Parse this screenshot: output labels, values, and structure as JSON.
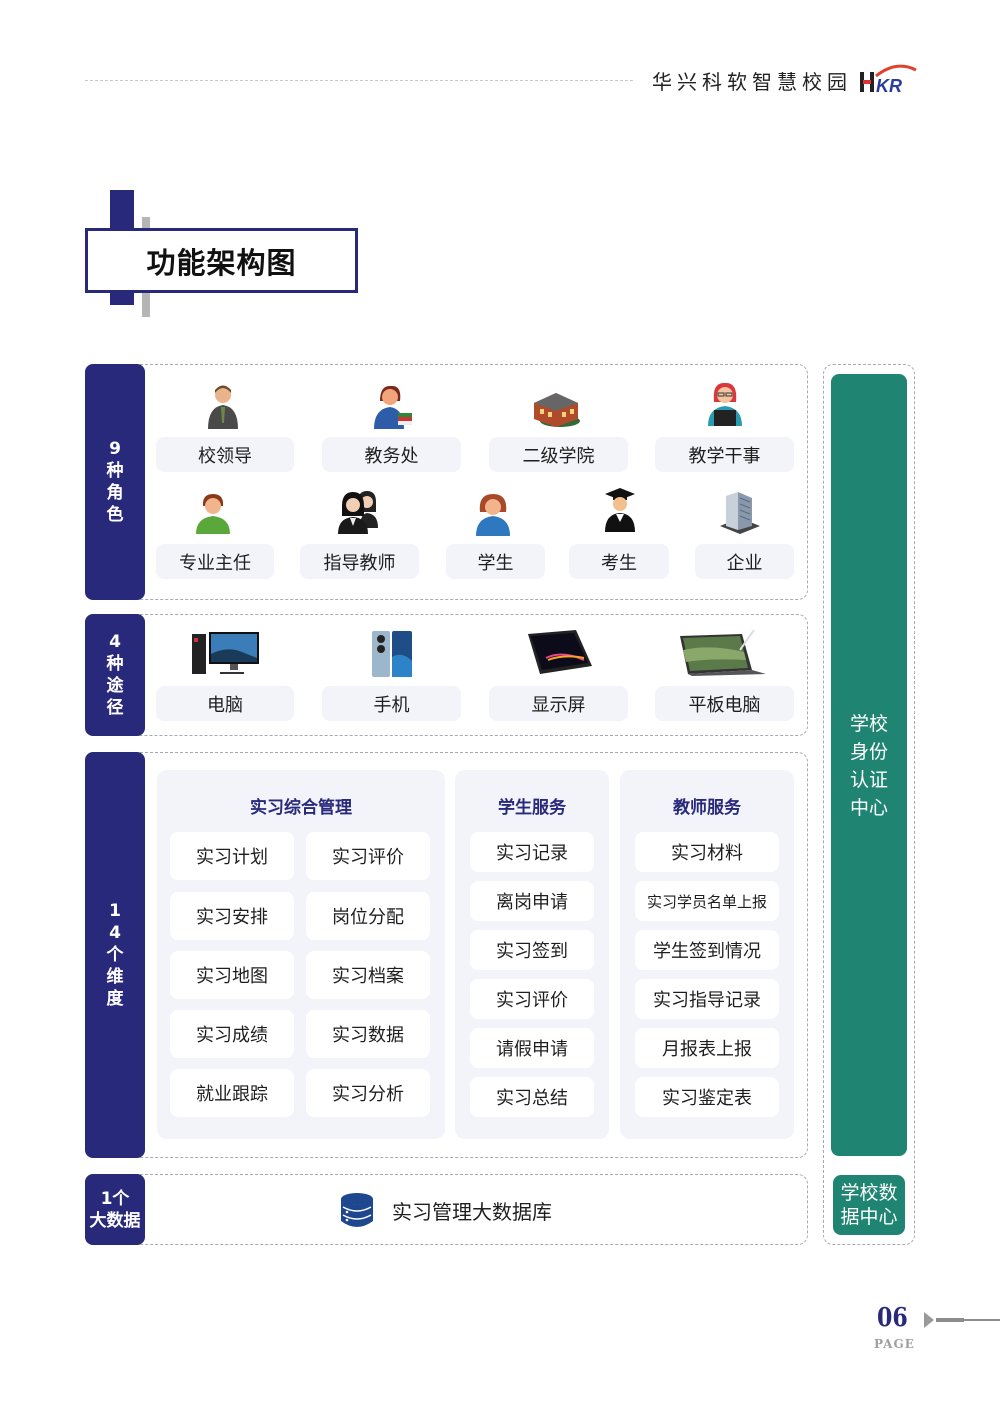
{
  "header": {
    "brand": "华兴科软智慧校园",
    "logo_text": "HKR"
  },
  "title": "功能架构图",
  "roles": {
    "label": "9种角色",
    "items": [
      {
        "label": "校领导",
        "icon": "principal-icon"
      },
      {
        "label": "教务处",
        "icon": "academic-affairs-icon"
      },
      {
        "label": "二级学院",
        "icon": "college-building-icon"
      },
      {
        "label": "教学干事",
        "icon": "teaching-secretary-icon"
      },
      {
        "label": "专业主任",
        "icon": "major-director-icon"
      },
      {
        "label": "指导教师",
        "icon": "instructor-icon"
      },
      {
        "label": "学生",
        "icon": "student-icon"
      },
      {
        "label": "考生",
        "icon": "graduate-icon"
      },
      {
        "label": "企业",
        "icon": "enterprise-building-icon"
      }
    ]
  },
  "channels": {
    "label": "4种途径",
    "items": [
      {
        "label": "电脑",
        "icon": "desktop-computer-icon"
      },
      {
        "label": "手机",
        "icon": "mobile-phone-icon"
      },
      {
        "label": "显示屏",
        "icon": "display-screen-icon"
      },
      {
        "label": "平板电脑",
        "icon": "tablet-icon"
      }
    ]
  },
  "dimensions": {
    "label": "14个维度",
    "groups": [
      {
        "title": "实习综合管理",
        "items": [
          "实习计划",
          "实习评价",
          "实习安排",
          "岗位分配",
          "实习地图",
          "实习档案",
          "实习成绩",
          "实习数据",
          "就业跟踪",
          "实习分析"
        ]
      },
      {
        "title": "学生服务",
        "items": [
          "实习记录",
          "离岗申请",
          "实习签到",
          "实习评价",
          "请假申请",
          "实习总结"
        ]
      },
      {
        "title": "教师服务",
        "items": [
          "实习材料",
          "实习学员名单上报",
          "学生签到情况",
          "实习指导记录",
          "月报表上报",
          "实习鉴定表"
        ]
      }
    ]
  },
  "bigdata": {
    "label": "1个大数据",
    "label_line1": "1个",
    "label_line2": "大数据",
    "database": "实习管理大数据库"
  },
  "right_column": {
    "identity_center": "学校身份认证中心",
    "data_center": "学校数据中心"
  },
  "footer": {
    "page_number": "06",
    "page_label": "PAGE"
  },
  "colors": {
    "navy": "#28297a",
    "green": "#1f8572",
    "pill_bg": "#f3f4f9"
  }
}
